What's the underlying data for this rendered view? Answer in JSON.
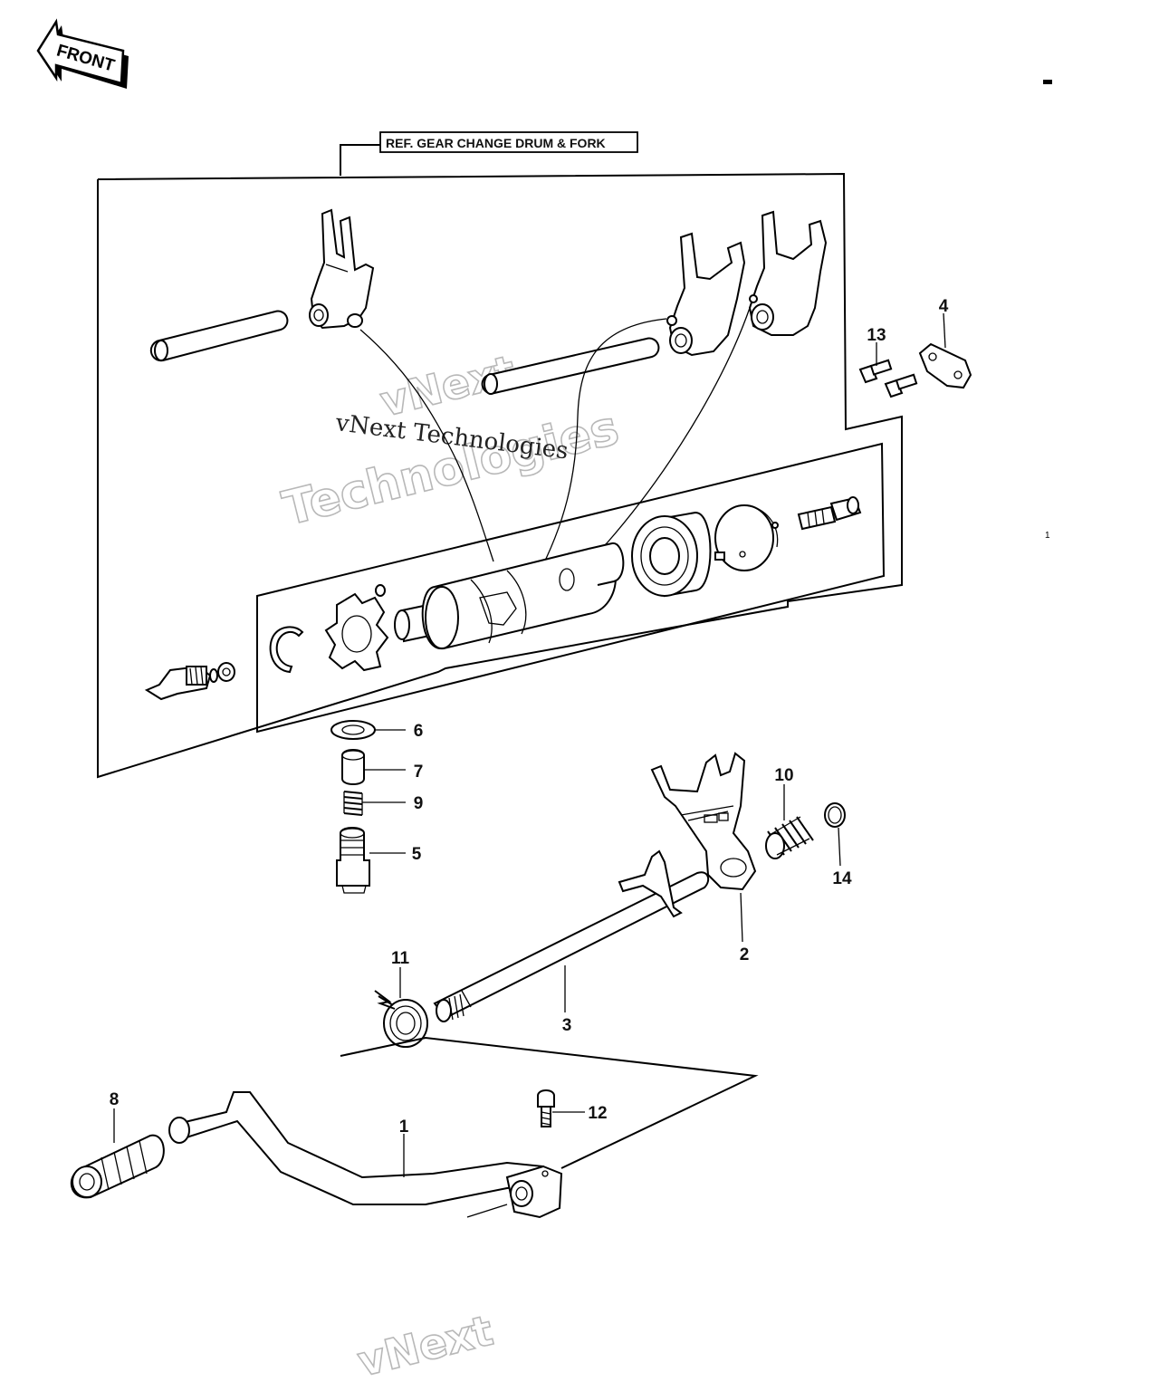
{
  "front_badge": "FRONT",
  "reference_box": "REF. GEAR CHANGE DRUM & FORK",
  "watermark": {
    "line1": "vNext",
    "line2": "Technologies",
    "caption": "vNext Technologies",
    "bottom": "vNext"
  },
  "page_mark": "1",
  "callouts": [
    {
      "id": "c1",
      "label": "1"
    },
    {
      "id": "c2",
      "label": "2"
    },
    {
      "id": "c3",
      "label": "3"
    },
    {
      "id": "c4",
      "label": "4"
    },
    {
      "id": "c5",
      "label": "5"
    },
    {
      "id": "c6",
      "label": "6"
    },
    {
      "id": "c7",
      "label": "7"
    },
    {
      "id": "c8",
      "label": "8"
    },
    {
      "id": "c9",
      "label": "9"
    },
    {
      "id": "c10",
      "label": "10"
    },
    {
      "id": "c11",
      "label": "11"
    },
    {
      "id": "c12",
      "label": "12"
    },
    {
      "id": "c13",
      "label": "13"
    },
    {
      "id": "c14",
      "label": "14"
    }
  ]
}
